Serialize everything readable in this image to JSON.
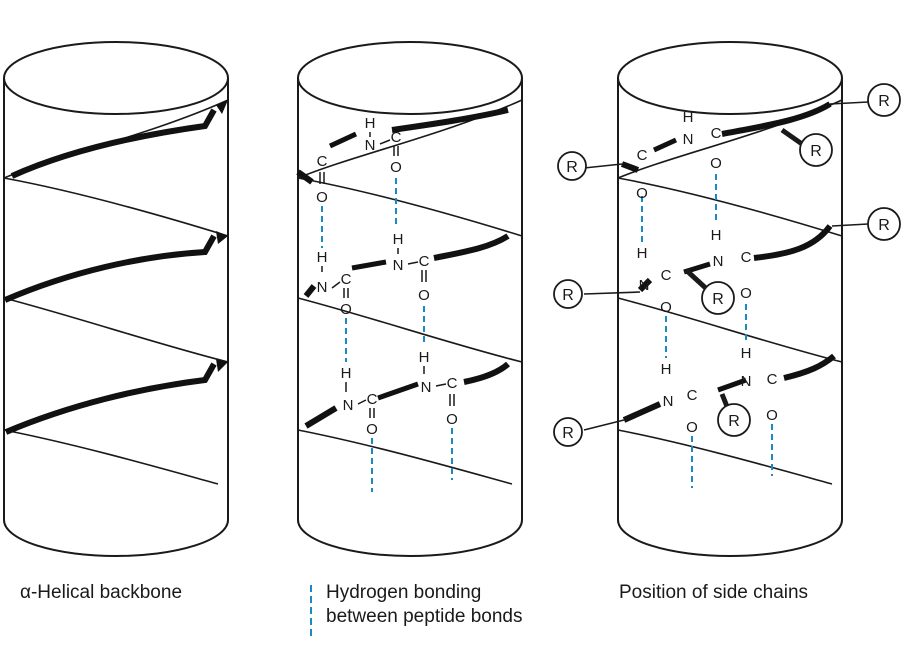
{
  "panels": [
    {
      "caption": "α-Helical backbone"
    },
    {
      "caption_line1": "Hydrogen bonding",
      "caption_line2": "between peptide bonds"
    },
    {
      "caption": "Position of side chains"
    }
  ],
  "atoms": {
    "H": "H",
    "N": "N",
    "C": "C",
    "O": "O",
    "R": "R"
  },
  "colors": {
    "line": "#1a1a1a",
    "hbond": "#1a8ac4",
    "background": "#ffffff"
  }
}
